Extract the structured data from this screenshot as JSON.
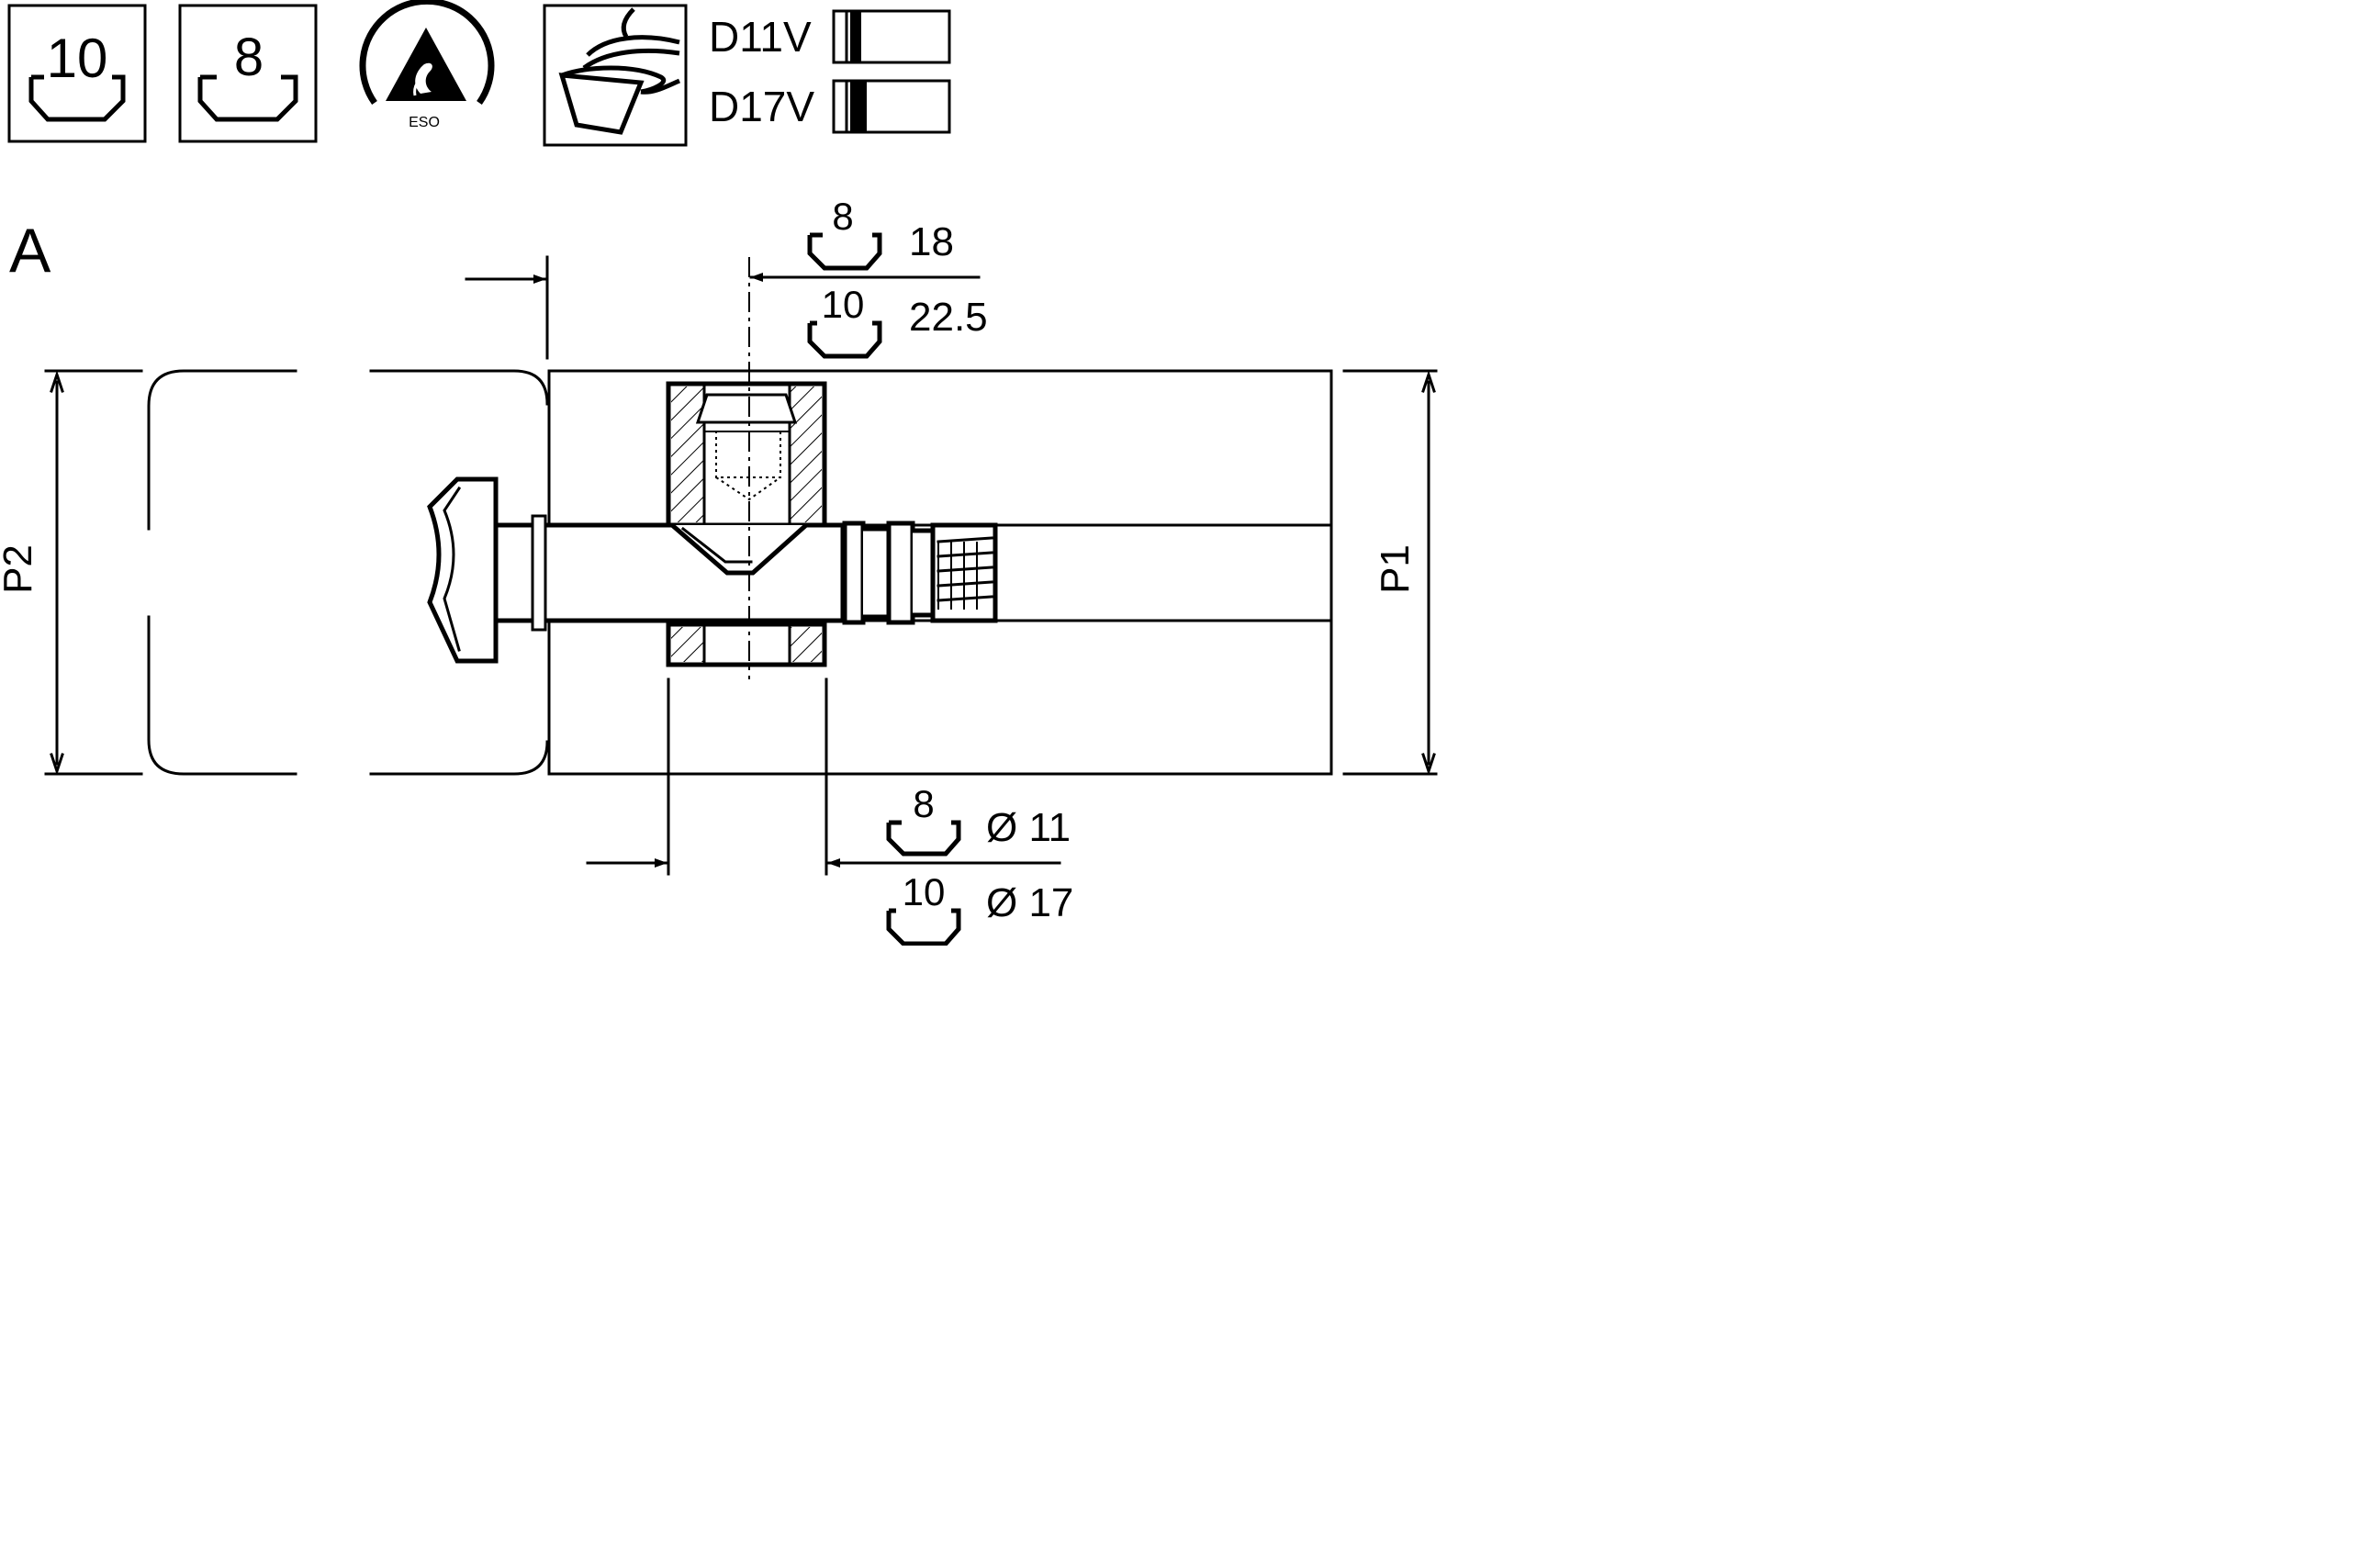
{
  "header_icons": {
    "bit_size_a": "10",
    "bit_size_b": "8",
    "esd_text": "ESO"
  },
  "variants": [
    {
      "label": "D11V"
    },
    {
      "label": "D17V"
    }
  ],
  "view_label": "A",
  "top_dimensions": {
    "bit_8": "8",
    "bit_8_value": "18",
    "bit_10": "10",
    "bit_10_value": "22.5"
  },
  "bottom_dimensions": {
    "bit_8": "8",
    "bit_8_value": "Ø 11",
    "bit_10": "10",
    "bit_10_value": "Ø 17"
  },
  "panel_labels": {
    "left": "P2",
    "right": "P1"
  }
}
